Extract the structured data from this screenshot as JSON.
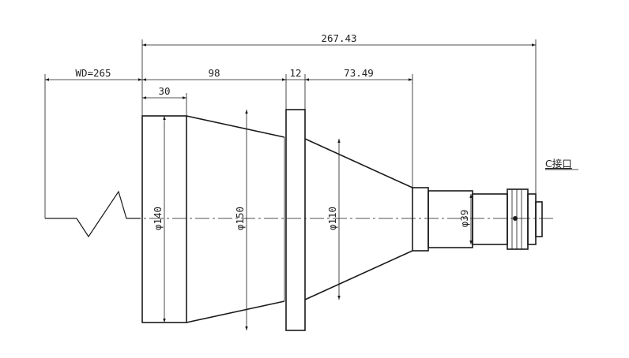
{
  "dimensions": {
    "overall_length": "267.43",
    "working_distance": "WD=265",
    "front_section": "98",
    "flange": "12",
    "rear_taper": "73.49",
    "front_barrel": "30",
    "dia_front": "φ140",
    "dia_flange_section": "φ150",
    "dia_rear_taper": "φ110",
    "dia_rear_barrel": "φ39"
  },
  "mount_label": "C接口"
}
